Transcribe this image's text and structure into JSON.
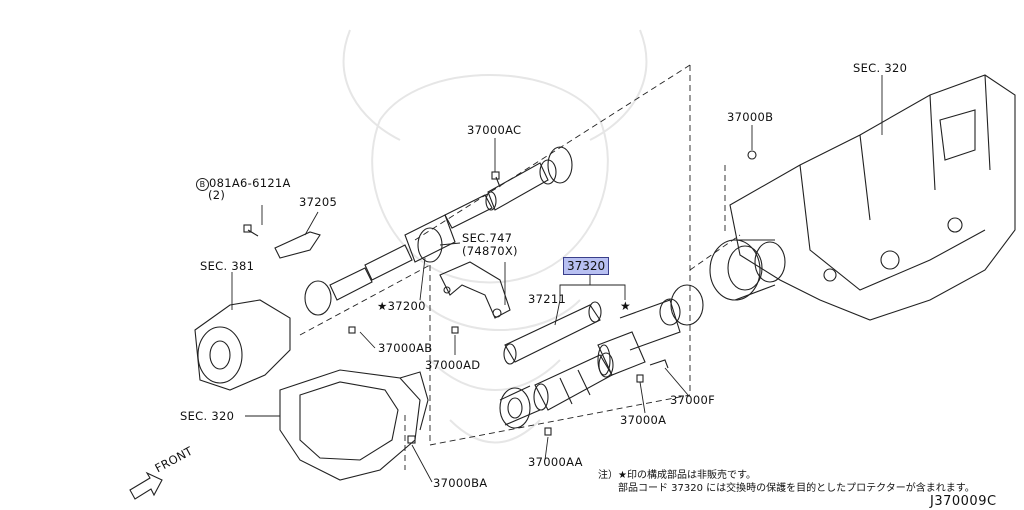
{
  "labels": {
    "sec320_top": "SEC. 320",
    "p37000b": "37000B",
    "p37000ac": "37000AC",
    "p081a6": "081A6-6121A",
    "p081a6_qty": "(2)",
    "p37205": "37205",
    "sec381": "SEC. 381",
    "sec747": "SEC.747",
    "p74870x": "(74870X)",
    "p37320": "37320",
    "p37211": "37211",
    "star_right": "★",
    "p37200": "37200",
    "star_left": "★",
    "p37000ab": "37000AB",
    "p37000ad": "37000AD",
    "p37000f": "37000F",
    "sec320_bottom": "SEC. 320",
    "p37000a": "37000A",
    "p37000aa": "37000AA",
    "p37000ba": "37000BA",
    "front": "FRONT",
    "bolt_marker": "B"
  },
  "notes": {
    "line1": "注）★印の構成部品は非販売です。",
    "line2": "部品コード 37320 には交換時の保護を目的としたプロテクターが含まれます。"
  },
  "diagram_code": "J370009C",
  "colors": {
    "highlight_fill": "#b8c0f2",
    "highlight_border": "#3a3f8a",
    "line": "#222222",
    "watermark": "#e6e6e6"
  }
}
